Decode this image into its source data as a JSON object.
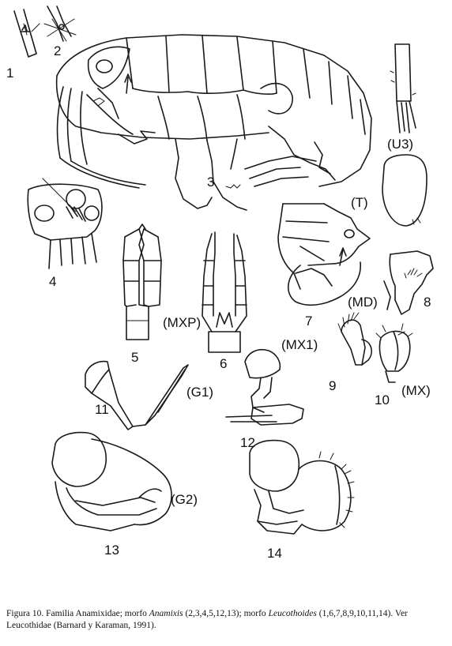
{
  "figure": {
    "labels": {
      "f1": "1",
      "f2": "2",
      "f3": "3",
      "f4": "4",
      "f5": "5",
      "f6": "6",
      "f7": "7",
      "f8": "8",
      "f9": "9",
      "f10": "10",
      "f11": "11",
      "f12": "12",
      "f13": "13",
      "f14": "14",
      "u3": "(U3)",
      "t": "(T)",
      "mxp": "(MXP)",
      "md": "(MD)",
      "mx1": "(MX1)",
      "mx": "(MX)",
      "g1": "(G1)",
      "g2": "(G2)"
    }
  },
  "caption": {
    "p1": "Figura 10. Familia Anamixidae; morfo ",
    "genus1": "Anamixis",
    "p2": " (2,3,4,5,12,13); morfo ",
    "genus2": "Leucothoides",
    "p3": " (1,6,7,8,9,10,11,14). Ver Leucothidae (Barnard y Karaman, 1991)."
  }
}
